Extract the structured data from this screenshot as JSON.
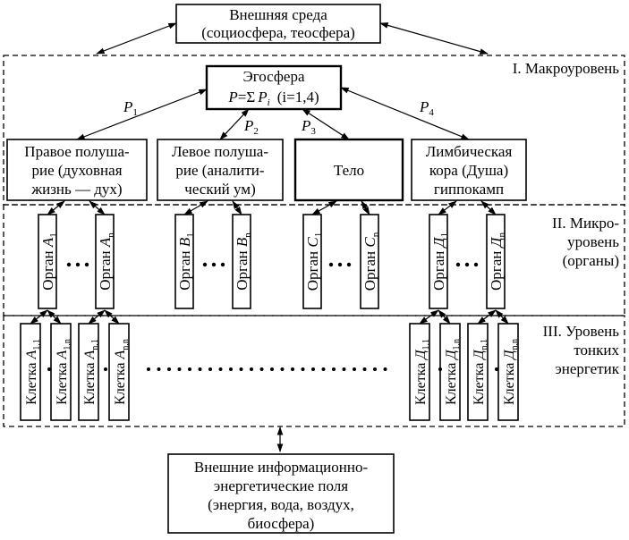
{
  "external_env": {
    "line1": "Внешняя среда",
    "line2": "(социосфера, теосфера)"
  },
  "levels": {
    "macro": "I. Макроуровень",
    "micro": [
      "II. Микро-",
      "уровень",
      "(органы)"
    ],
    "subtle": [
      "III. Уровень",
      "тонких",
      "энергетик"
    ]
  },
  "egosphere": {
    "title": "Эгосфера",
    "formula_p": "P",
    "formula_eq": "=Σ",
    "formula_pi": "P",
    "formula_i": "i",
    "formula_paren": "(i=1,4)"
  },
  "channels": {
    "p1": "P",
    "p1_sub": "1",
    "p2": "P",
    "p2_sub": "2",
    "p3": "P",
    "p3_sub": "3",
    "p4": "P",
    "p4_sub": "4"
  },
  "hemispheres": [
    {
      "lines": [
        "Правое полуша-",
        "рие (духовная",
        "жизнь — дух)"
      ]
    },
    {
      "lines": [
        "Левое полуша-",
        "рие (аналити-",
        "ческий ум)"
      ]
    },
    {
      "lines": [
        "Тело"
      ]
    },
    {
      "lines": [
        "Лимбическая",
        "кора (Душа)",
        "гиппокамп"
      ]
    }
  ],
  "organs": [
    {
      "word": "Орган",
      "letter": "A",
      "sub": "1"
    },
    {
      "word": "Орган",
      "letter": "A",
      "sub": "n"
    },
    {
      "word": "Орган",
      "letter": "B",
      "sub": "1"
    },
    {
      "word": "Орган",
      "letter": "B",
      "sub": "n"
    },
    {
      "word": "Орган",
      "letter": "C",
      "sub": "1"
    },
    {
      "word": "Орган",
      "letter": "C",
      "sub": "n"
    },
    {
      "word": "Орган",
      "letter": "Д",
      "sub": "1"
    },
    {
      "word": "Орган",
      "letter": "Д",
      "sub": "n"
    }
  ],
  "cells": [
    {
      "word": "Клетка",
      "letter": "A",
      "sub": "1,1"
    },
    {
      "word": "Клетка",
      "letter": "A",
      "sub": "1,n"
    },
    {
      "word": "Клетка",
      "letter": "A",
      "sub": "n,1"
    },
    {
      "word": "Клетка",
      "letter": "A",
      "sub": "n,n"
    },
    {
      "word": "Клетка",
      "letter": "Д",
      "sub": "1,1"
    },
    {
      "word": "Клетка",
      "letter": "Д",
      "sub": "1,n"
    },
    {
      "word": "Клетка",
      "letter": "Д",
      "sub": "n,1"
    },
    {
      "word": "Клетка",
      "letter": "Д",
      "sub": "n,n"
    }
  ],
  "external_fields": {
    "lines": [
      "Внешние информационно-",
      "энергетические поля",
      "(энергия, вода, воздух,",
      "биосфера)"
    ]
  }
}
